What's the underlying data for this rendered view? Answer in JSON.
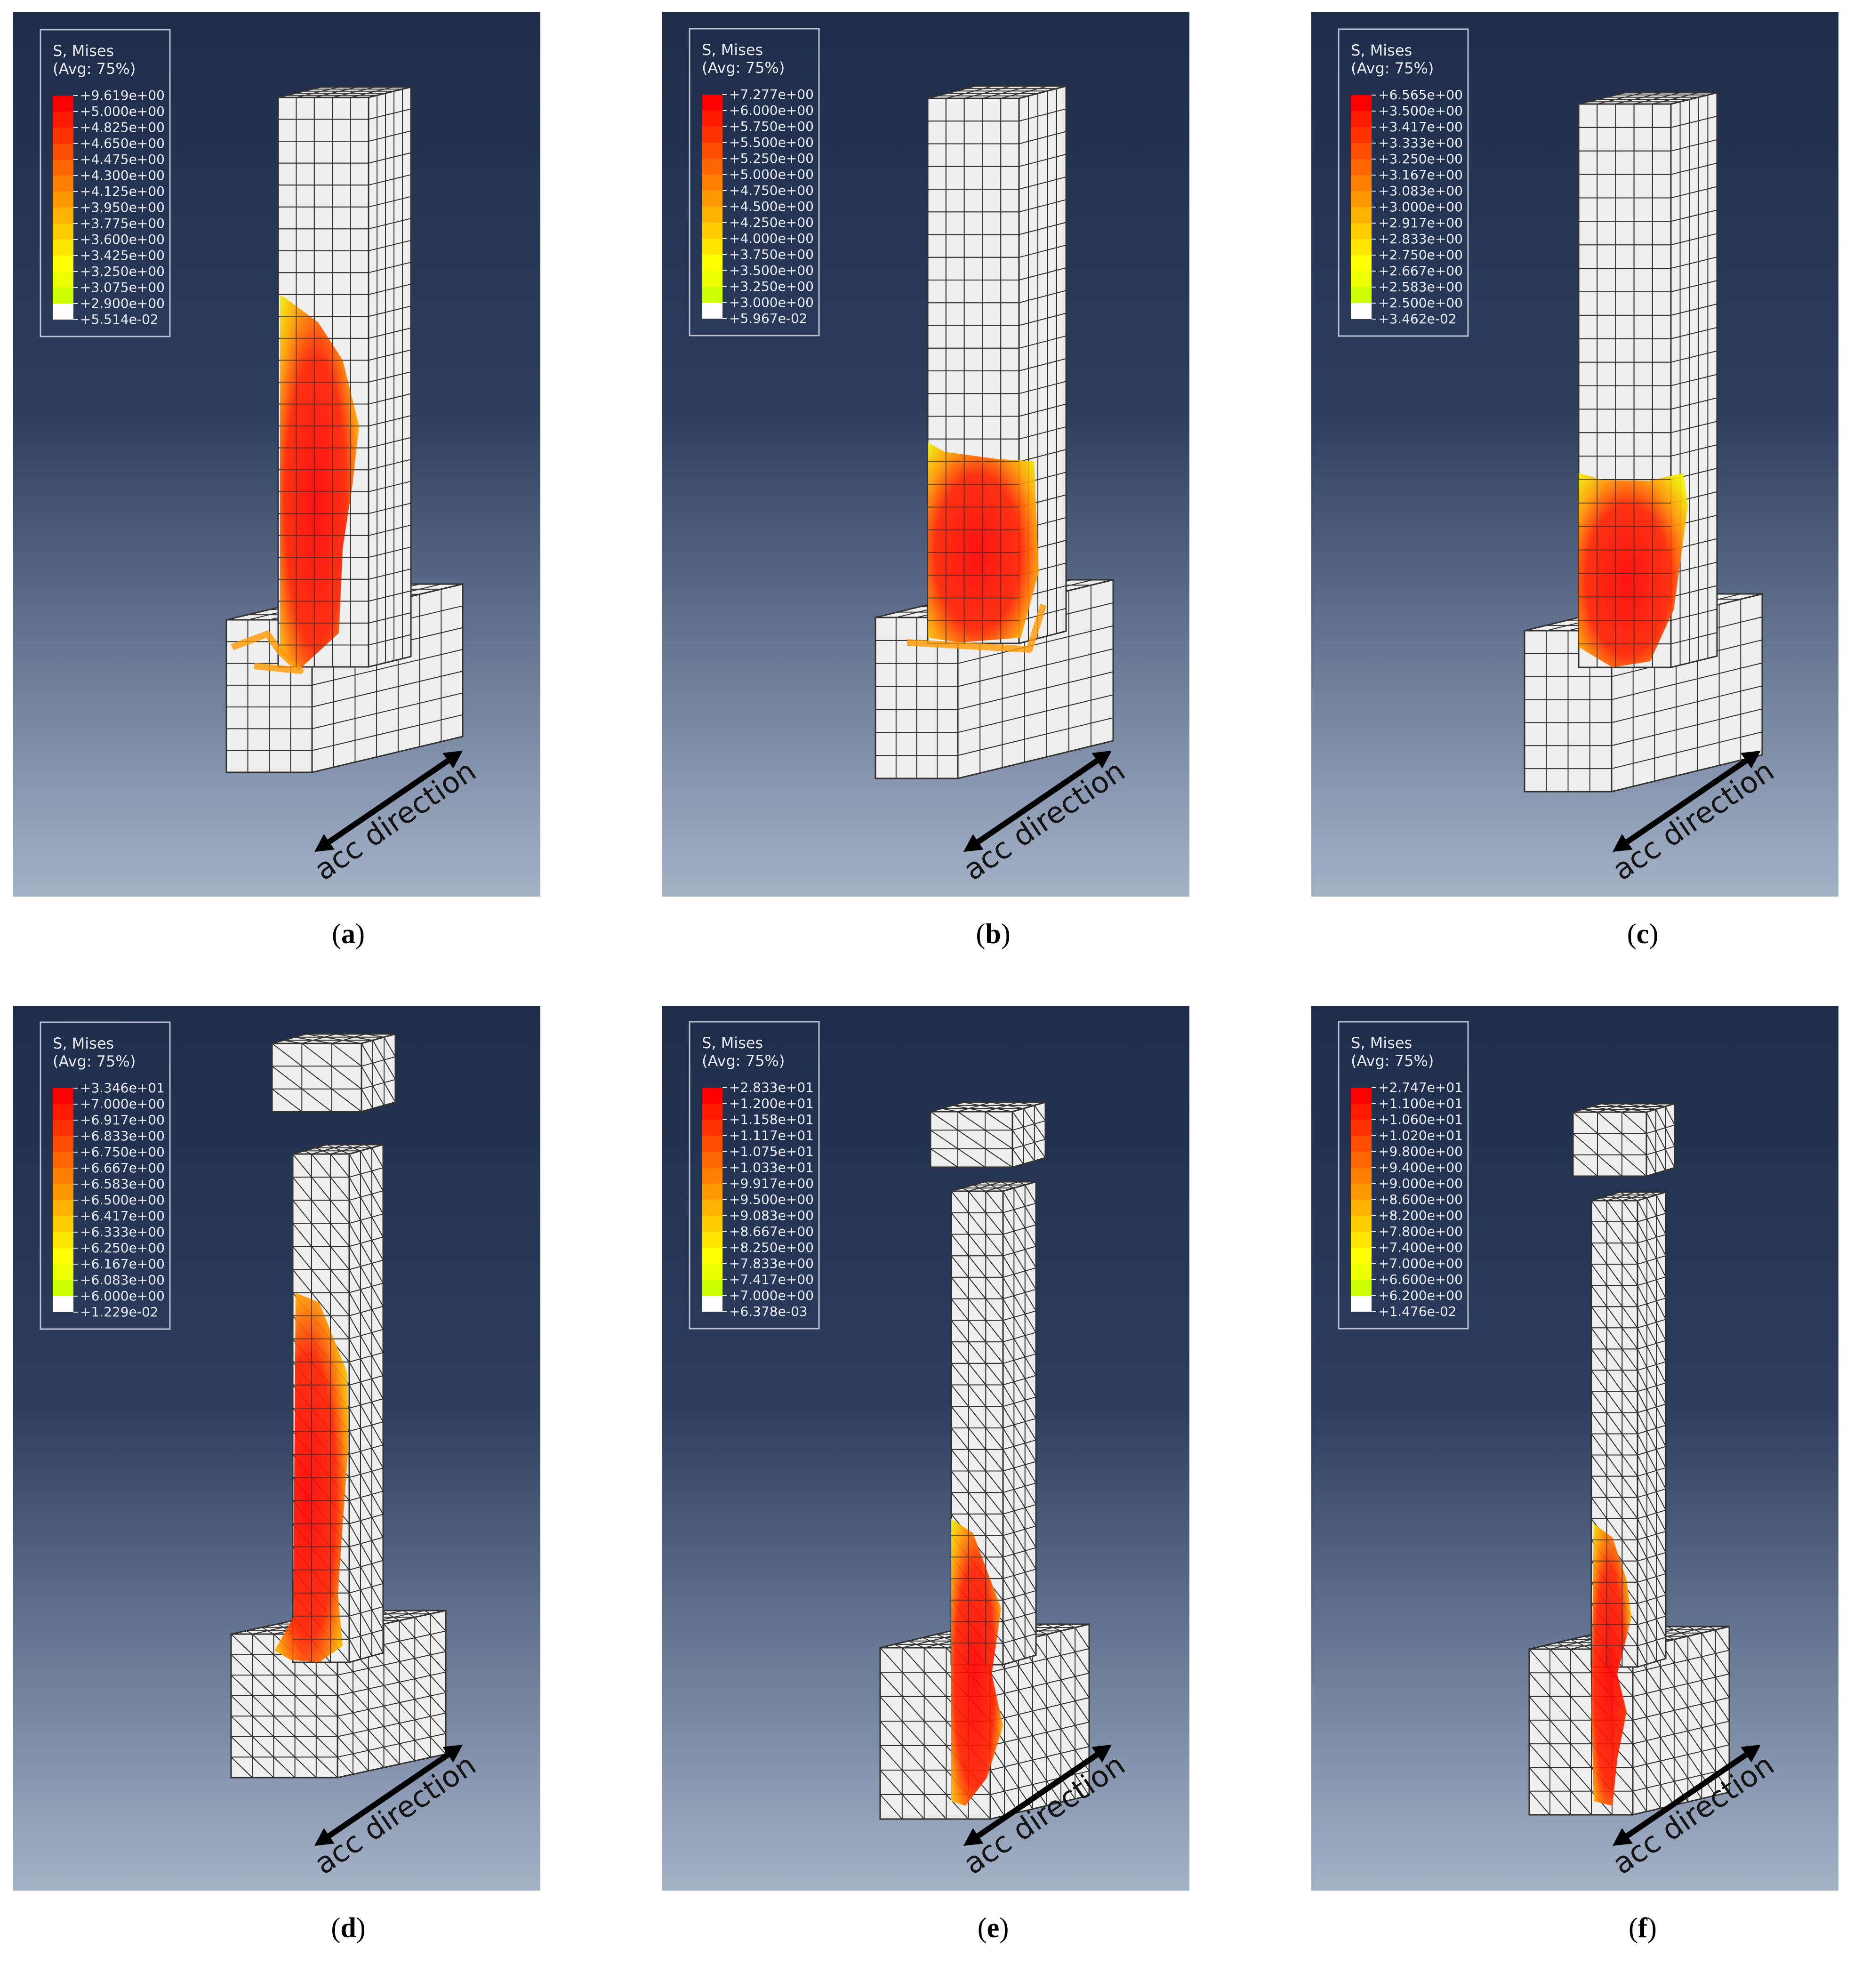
{
  "legend_title_1": "S, Mises",
  "legend_title_2": "(Avg: 75%)",
  "arrow_label": "acc direction",
  "colors": {
    "background_top": "#1f2d4a",
    "background_bottom": "#a4b2c8",
    "mesh_face": "#eeeeee",
    "mesh_line": "#333333",
    "legend_scale": [
      "#ff0000",
      "#ff1a00",
      "#ff3300",
      "#ff4d00",
      "#ff6600",
      "#ff8000",
      "#ff9900",
      "#ffb300",
      "#ffcc00",
      "#ffe600",
      "#ffff00",
      "#eeff00",
      "#ccff00",
      "#ffffff"
    ]
  },
  "panels": [
    {
      "caption": "a",
      "element": "hex",
      "legend": [
        "+9.619e+00",
        "+5.000e+00",
        "+4.825e+00",
        "+4.650e+00",
        "+4.475e+00",
        "+4.300e+00",
        "+4.125e+00",
        "+3.950e+00",
        "+3.775e+00",
        "+3.600e+00",
        "+3.425e+00",
        "+3.250e+00",
        "+3.075e+00",
        "+2.900e+00",
        "+5.514e-02"
      ]
    },
    {
      "caption": "b",
      "element": "hex",
      "legend": [
        "+7.277e+00",
        "+6.000e+00",
        "+5.750e+00",
        "+5.500e+00",
        "+5.250e+00",
        "+5.000e+00",
        "+4.750e+00",
        "+4.500e+00",
        "+4.250e+00",
        "+4.000e+00",
        "+3.750e+00",
        "+3.500e+00",
        "+3.250e+00",
        "+3.000e+00",
        "+5.967e-02"
      ]
    },
    {
      "caption": "c",
      "element": "hex",
      "legend": [
        "+6.565e+00",
        "+3.500e+00",
        "+3.417e+00",
        "+3.333e+00",
        "+3.250e+00",
        "+3.167e+00",
        "+3.083e+00",
        "+3.000e+00",
        "+2.917e+00",
        "+2.833e+00",
        "+2.750e+00",
        "+2.667e+00",
        "+2.583e+00",
        "+2.500e+00",
        "+3.462e-02"
      ]
    },
    {
      "caption": "d",
      "element": "tet",
      "legend": [
        "+3.346e+01",
        "+7.000e+00",
        "+6.917e+00",
        "+6.833e+00",
        "+6.750e+00",
        "+6.667e+00",
        "+6.583e+00",
        "+6.500e+00",
        "+6.417e+00",
        "+6.333e+00",
        "+6.250e+00",
        "+6.167e+00",
        "+6.083e+00",
        "+6.000e+00",
        "+1.229e-02"
      ]
    },
    {
      "caption": "e",
      "element": "tet",
      "legend": [
        "+2.833e+01",
        "+1.200e+01",
        "+1.158e+01",
        "+1.117e+01",
        "+1.075e+01",
        "+1.033e+01",
        "+9.917e+00",
        "+9.500e+00",
        "+9.083e+00",
        "+8.667e+00",
        "+8.250e+00",
        "+7.833e+00",
        "+7.417e+00",
        "+7.000e+00",
        "+6.378e-03"
      ]
    },
    {
      "caption": "f",
      "element": "tet",
      "legend": [
        "+2.747e+01",
        "+1.100e+01",
        "+1.060e+01",
        "+1.020e+01",
        "+9.800e+00",
        "+9.400e+00",
        "+9.000e+00",
        "+8.600e+00",
        "+8.200e+00",
        "+7.800e+00",
        "+7.400e+00",
        "+7.000e+00",
        "+6.600e+00",
        "+6.200e+00",
        "+1.476e-02"
      ]
    }
  ]
}
